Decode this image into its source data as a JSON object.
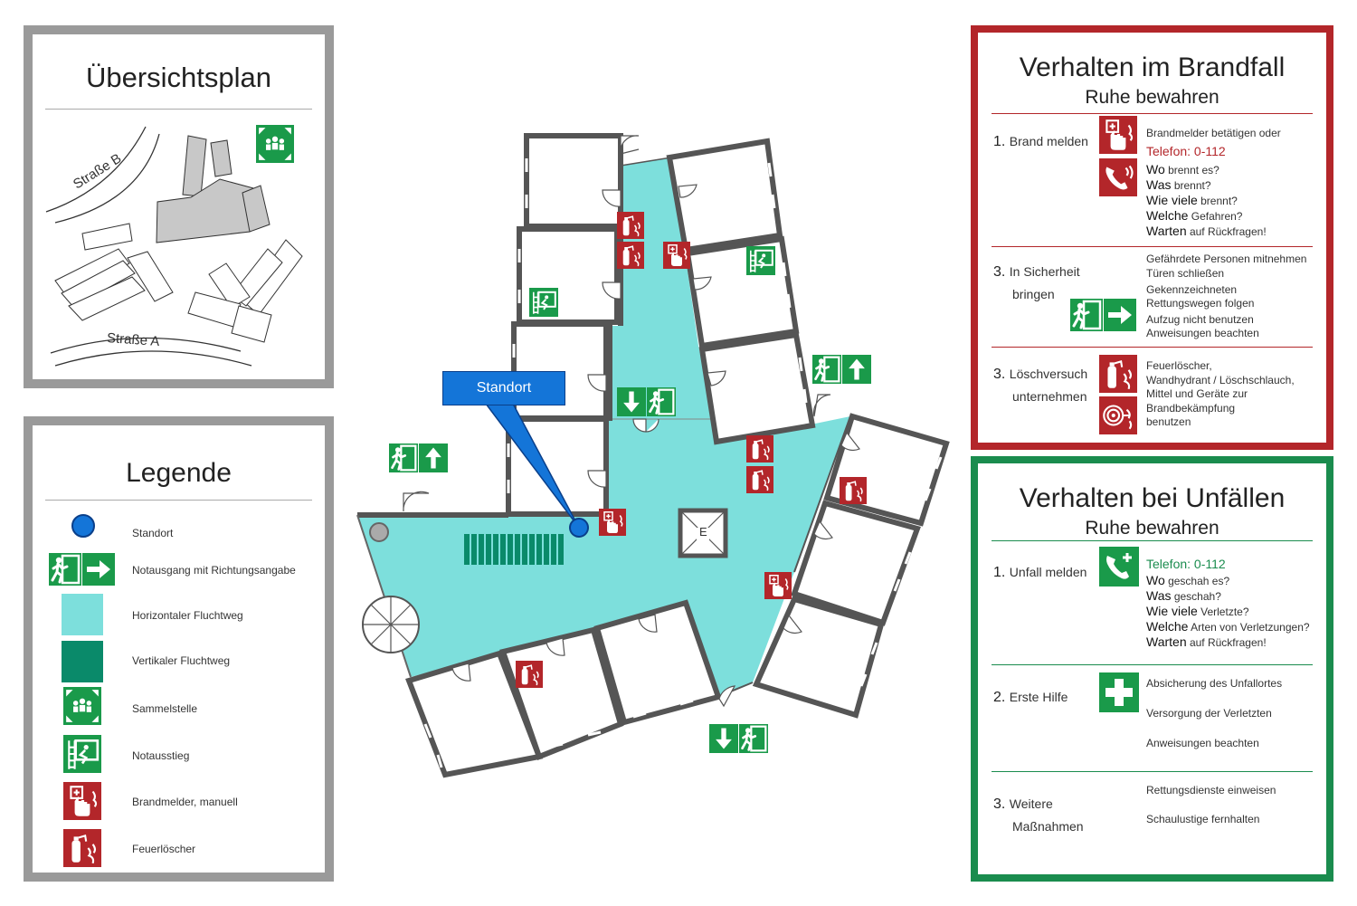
{
  "overview": {
    "title": "Übersichtsplan",
    "street_b": "Straße B",
    "street_a": "Straße A"
  },
  "legend": {
    "title": "Legende",
    "items": [
      {
        "icon": "location-dot-icon",
        "label": "Standort"
      },
      {
        "icon": "emergency-exit-arrow-icon",
        "label": "Notausgang mit Richtungsangabe"
      },
      {
        "icon": "horizontal-escape-route-swatch",
        "label": "Horizontaler Fluchtweg",
        "color": "#7ddfdc"
      },
      {
        "icon": "vertical-escape-route-swatch",
        "label": "Vertikaler Fluchtweg",
        "color": "#0a8a6a"
      },
      {
        "icon": "assembly-point-icon",
        "label": "Sammelstelle"
      },
      {
        "icon": "emergency-exit-ladder-icon",
        "label": "Notausstieg"
      },
      {
        "icon": "manual-fire-alarm-icon",
        "label": "Brandmelder, manuell"
      },
      {
        "icon": "fire-extinguisher-icon",
        "label": "Feuerlöscher"
      }
    ]
  },
  "floorplan": {
    "standort_label": "Standort",
    "elevator_label": "E"
  },
  "fire": {
    "title": "Verhalten im Brandfall",
    "subtitle": "Ruhe bewahren",
    "s1": {
      "num": "1.",
      "label": "Brand melden",
      "line1": "Brandmelder betätigen oder",
      "phone": "Telefon: 0-112",
      "q": [
        {
          "k": "Wo",
          "r": " brennt es?"
        },
        {
          "k": "Was",
          "r": " brennt?"
        },
        {
          "k": "Wie viele",
          "r": " brennt?"
        },
        {
          "k": "Welche",
          "r": " Gefahren?"
        },
        {
          "k": "Warten",
          "r": " auf Rückfragen!"
        }
      ]
    },
    "s2": {
      "num": "3.",
      "label1": "In Sicherheit",
      "label2": "bringen",
      "lines": [
        "Gefährdete Personen mitnehmen",
        "Türen schließen",
        "Gekennzeichneten",
        "Rettungswegen folgen",
        "Aufzug nicht benutzen",
        "Anweisungen beachten"
      ]
    },
    "s3": {
      "num": "3.",
      "label1": "Löschversuch",
      "label2": "unternehmen",
      "lines": [
        "Feuerlöscher,",
        "Wandhydrant / Löschschlauch,",
        "Mittel und Geräte zur",
        "Brandbekämpfung",
        "benutzen"
      ]
    }
  },
  "accident": {
    "title": "Verhalten bei Unfällen",
    "subtitle": "Ruhe bewahren",
    "s1": {
      "num": "1.",
      "label": "Unfall melden",
      "phone": "Telefon: 0-112",
      "q": [
        {
          "k": "Wo",
          "r": " geschah es?"
        },
        {
          "k": "Was",
          "r": " geschah?"
        },
        {
          "k": "Wie viele",
          "r": " Verletzte?"
        },
        {
          "k": "Welche",
          "r": " Arten von Verletzungen?"
        },
        {
          "k": "Warten",
          "r": " auf Rückfragen!"
        }
      ]
    },
    "s2": {
      "num": "2.",
      "label": "Erste Hilfe",
      "lines": [
        "Absicherung des Unfallortes",
        "Versorgung der Verletzten",
        "Anweisungen beachten"
      ]
    },
    "s3": {
      "num": "3.",
      "label1": "Weitere",
      "label2": "Maßnahmen",
      "lines": [
        "Rettungsdienste einweisen",
        "Schaulustige fernhalten"
      ]
    }
  },
  "colors": {
    "safety_green": "#1a9a4a",
    "fire_red": "#b3262a",
    "escape_route": "#7ddfdc",
    "vertical_route": "#0a8a6a",
    "callout_blue": "#1475d8",
    "panel_gray": "#9a9a9a"
  }
}
